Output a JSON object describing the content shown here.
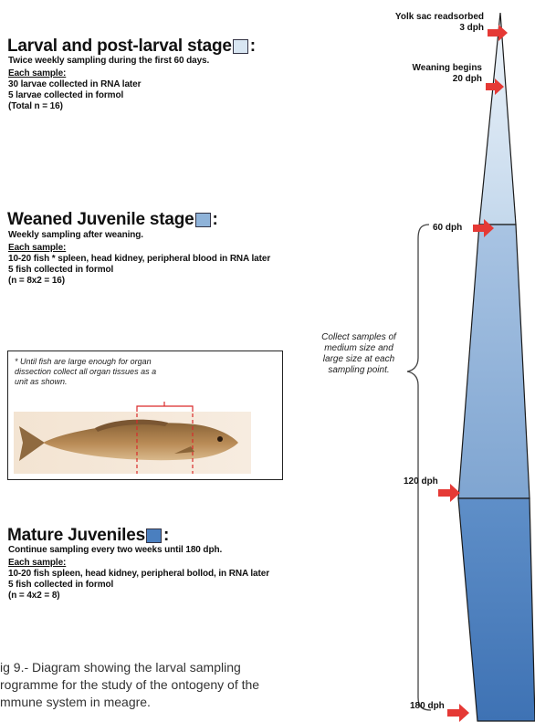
{
  "stages": [
    {
      "title": "Larval and post-larval stage",
      "color": "#d8e6f2",
      "lines": [
        "Twice weekly sampling during the first 60 days.",
        "Each sample:",
        "30 larvae collected in RNA later",
        "5 larvae collected in formol",
        "(Total n = 16)"
      ]
    },
    {
      "title": "Weaned Juvenile stage",
      "color": "#8fb3d9",
      "lines": [
        "Weekly sampling after weaning.",
        "Each sample:",
        "10-20 fish * spleen, head kidney, peripheral blood in RNA later",
        "5 fish collected in formol",
        "(n = 8x2 = 16)"
      ]
    },
    {
      "title": "Mature Juveniles",
      "color": "#4a7fbf",
      "lines": [
        "Continue sampling every two weeks until 180 dph.",
        "Each sample:",
        "10-20 fish spleen, head kidney, peripheral bollod, in RNA later",
        "5 fish collected in formol",
        "(n = 4x2 = 8)"
      ]
    }
  ],
  "note": "* Until fish are large enough for organ dissection collect all organ tissues as a unit as shown.",
  "collect_text": "Collect samples of medium size and large size at each sampling point.",
  "timeline": {
    "yolk_label": "Yolk sac readsorbed",
    "yolk_dph": "3 dph",
    "weaning_label": "Weaning begins",
    "weaning_dph": "20 dph",
    "dph60": "60 dph",
    "dph120": "120 dph",
    "dph180": "180 dph"
  },
  "colors": {
    "arrow": "#e53935",
    "outline": "#1a1a1a",
    "pale": "#d8e6f2",
    "mid": "#8fb3d9",
    "dark": "#4a7fbf"
  },
  "caption": [
    "ig 9.- Diagram showing the larval sampling",
    "rogramme for the study of the ontogeny of the",
    "mmune system in meagre."
  ]
}
